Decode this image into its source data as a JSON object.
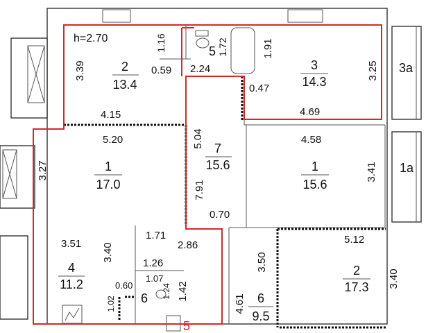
{
  "colors": {
    "outline": "#d62828",
    "wall": "#333333",
    "text": "#111111"
  },
  "ceiling": "h=2.70",
  "labels": {
    "dim_339": "3.39",
    "room2_num": "2",
    "room2_area": "13.4",
    "dim_116": "1.16",
    "dim_059": "0.59",
    "dim_415": "4.15",
    "room5_num": "5",
    "dim_172": "1.72",
    "dim_224": "2.24",
    "dim_191": "1.91",
    "room3_num": "3",
    "room3_area": "14.3",
    "dim_325": "3.25",
    "room3a": "3a",
    "dim_047": "0.47",
    "dim_469": "4.69",
    "dim_520": "5.20",
    "dim_327": "3.27",
    "room1l_num": "1",
    "room1l_area": "17.0",
    "dim_504": "5.04",
    "room7_num": "7",
    "room7_area": "15.6",
    "dim_791": "7.91",
    "dim_070": "0.70",
    "dim_458": "4.58",
    "room1r_num": "1",
    "room1r_area": "15.6",
    "dim_341": "3.41",
    "room1a": "1a",
    "dim_351": "3.51",
    "dim_340l": "3.40",
    "dim_171": "1.71",
    "dim_286": "2.86",
    "dim_126": "1.26",
    "room4_num": "4",
    "room4_area": "11.2",
    "dim_060": "0.60",
    "dim_107": "1.07",
    "dim_124": "1.24",
    "dim_102": "1.02",
    "room6s_num": "6",
    "dim_142": "1.42",
    "room5b_num": "5",
    "dim_350": "3.50",
    "dim_512": "5.12",
    "room2r_num": "2",
    "room2r_area": "17.3",
    "dim_340r": "3.40",
    "dim_461": "4.61",
    "room6_num": "6",
    "room6_area": "9.5"
  }
}
